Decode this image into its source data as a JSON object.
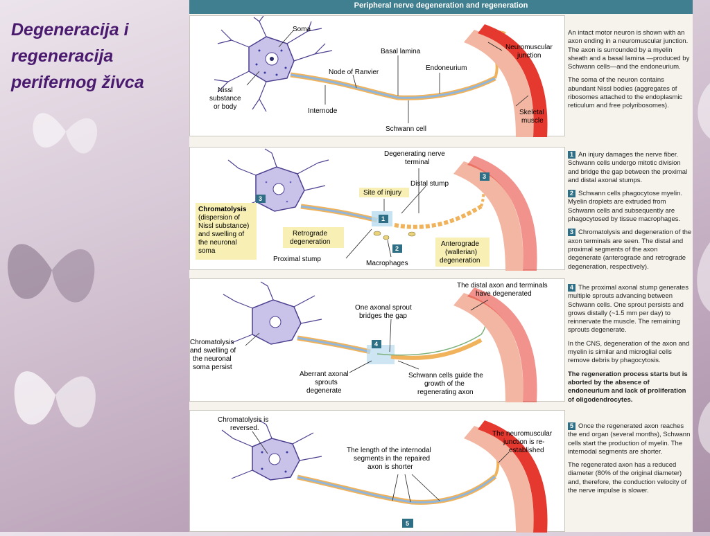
{
  "slide": {
    "title": "Degeneracija i regeneracija perifernog živca"
  },
  "figure": {
    "header": "Peripheral nerve degeneration and regeneration",
    "panel1": {
      "labels": {
        "soma": "Soma",
        "basal_lamina": "Basal lamina",
        "node_of_ranvier": "Node of Ranvier",
        "endoneurium": "Endoneurium",
        "nmj_line1": "Neuromuscular",
        "nmj_line2": "junction",
        "nissl_line1": "Nissl",
        "nissl_line2": "substance",
        "nissl_line3": "or body",
        "internode": "Internode",
        "schwann_cell": "Schwann cell",
        "skeletal_line1": "Skeletal",
        "skeletal_line2": "muscle"
      },
      "text": [
        "An intact motor neuron is shown with an axon ending in a neuromuscular junction. The axon is surrounded by a myelin sheath and a basal lamina —produced by Schwann cells—and the endoneurium.",
        "The soma of the neuron contains abundant Nissl bodies (aggregates of ribosomes attached to the endoplasmic reticulum and free polyribosomes)."
      ]
    },
    "panel2": {
      "labels": {
        "degen_terminal_line1": "Degenerating nerve",
        "degen_terminal_line2": "terminal",
        "distal_stump": "Distal stump",
        "site_of_injury": "Site of injury",
        "chromatolysis_bold": "Chromatolysis",
        "chromatolysis_line2": "(dispersion of",
        "chromatolysis_line3": "Nissl substance)",
        "chromatolysis_line4": "and swelling of",
        "chromatolysis_line5": "the neuronal",
        "chromatolysis_line6": "soma",
        "retrograde_line1": "Retrograde",
        "retrograde_line2": "degeneration",
        "anterograde_line1": "Anterograde",
        "anterograde_line2": "(wallerian)",
        "anterograde_line3": "degeneration",
        "proximal_stump": "Proximal stump",
        "macrophages": "Macrophages",
        "badge1": "1",
        "badge2": "2",
        "badge3a": "3",
        "badge3b": "3"
      },
      "text": {
        "p1_badge": "1",
        "p1": "An injury damages the nerve fiber. Schwann cells undergo mitotic division and bridge the gap between the proximal and distal axonal stumps.",
        "p2_badge": "2",
        "p2": "Schwann cells phagocytose myelin. Myelin droplets are extruded from Schwann cells and subsequently are phagocytosed by tissue macrophages.",
        "p3_badge": "3",
        "p3": "Chromatolysis and degeneration of the axon terminals are seen. The distal and proximal segments of the axon degenerate (anterograde and retrograde degeneration, respectively)."
      }
    },
    "panel3": {
      "labels": {
        "distal_degenerated_line1": "The distal axon and terminals",
        "distal_degenerated_line2": "have degenerated",
        "one_sprout_line1": "One axonal sprout",
        "one_sprout_line2": "bridges the gap",
        "chromatolysis_line1": "Chromatolysis",
        "chromatolysis_line2": "and swelling of",
        "chromatolysis_line3": "the neuronal",
        "chromatolysis_line4": "soma persist",
        "aberrant_line1": "Aberrant axonal",
        "aberrant_line2": "sprouts",
        "aberrant_line3": "degenerate",
        "schwann_guide_line1": "Schwann cells guide the",
        "schwann_guide_line2": "growth of the",
        "schwann_guide_line3": "regenerating axon",
        "badge4": "4"
      },
      "text": {
        "p4_badge": "4",
        "p4": "The proximal axonal stump generates multiple sprouts advancing between Schwann cells. One sprout persists and grows distally (~1.5 mm per day) to reinnervate the muscle. The remaining sprouts degenerate.",
        "p4b": "In the CNS, degeneration of the axon and myelin is similar and microglial cells remove debris by phagocytosis.",
        "p4c": "The regeneration process starts but is aborted by the absence of endoneurium and lack of proliferation of oligodendrocytes."
      }
    },
    "panel4": {
      "labels": {
        "chromatolysis_reversed_line1": "Chromatolysis is",
        "chromatolysis_reversed_line2": "reversed.",
        "nmj_reestablished_line1": "The neuromuscular",
        "nmj_reestablished_line2": "junction is re-",
        "nmj_reestablished_line3": "established",
        "internodal_line1": "The length of the internodal",
        "internodal_line2": "segments in the repaired",
        "internodal_line3": "axon is shorter",
        "badge5": "5"
      },
      "text": {
        "p5_badge": "5",
        "p5": "Once the regenerated axon reaches the end organ (several months), Schwann cells start the production of myelin. The internodal segments are shorter.",
        "p6": "The regenerated axon has a reduced diameter (80% of the original diameter) and, therefore, the conduction velocity of the nerve impulse is slower."
      }
    }
  },
  "colors": {
    "title": "#4a1a6e",
    "soma": "#c9c3ea",
    "axon_orange": "#f0b25a",
    "axon_blue": "#8fb6dc",
    "muscle_red": "#e5392f",
    "muscle_pink": "#f2b6a2",
    "badge": "#2f6f86"
  }
}
